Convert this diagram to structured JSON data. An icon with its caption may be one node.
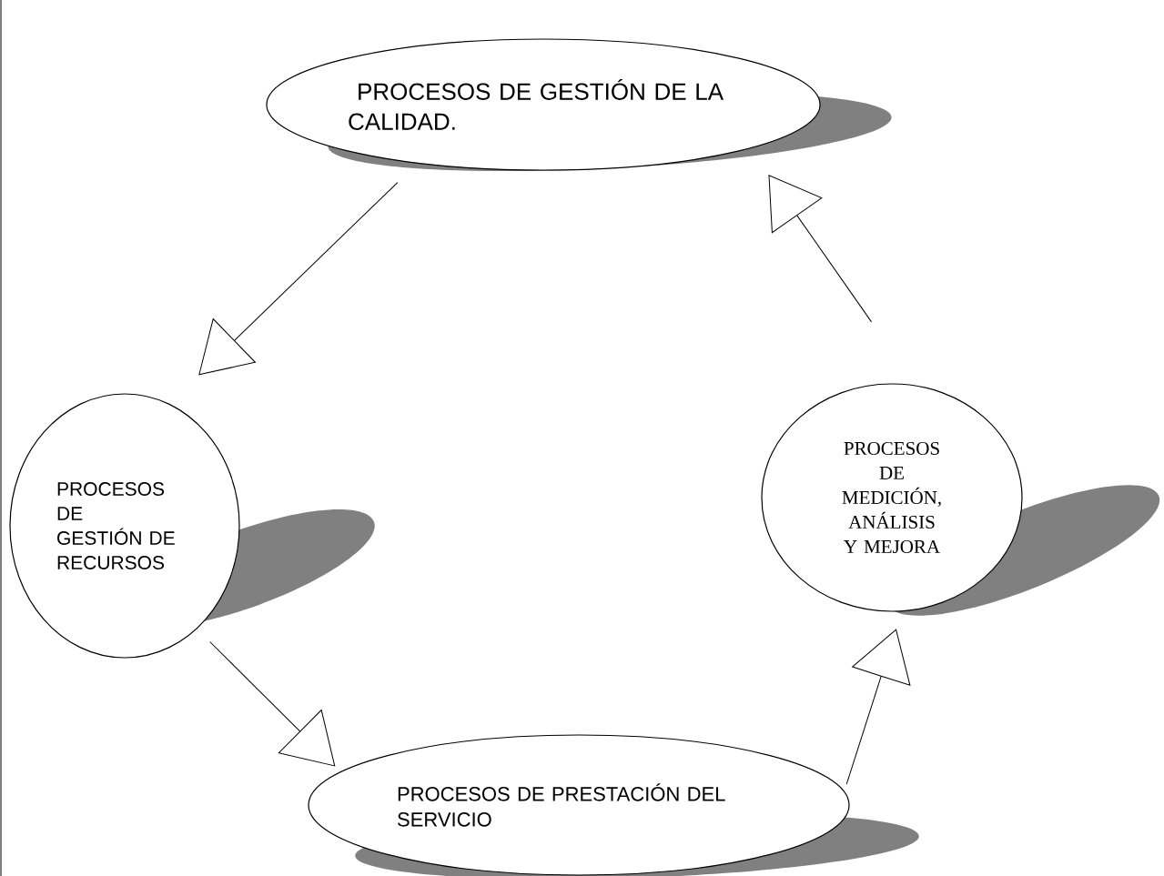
{
  "diagram": {
    "nodes": [
      {
        "text": [
          "PROCESOS DE GESTIÓN DE LA CALIDAD."
        ]
      },
      {
        "text": [
          "PROCESOS DE GESTIÓN DE RECURSOS"
        ]
      },
      {
        "text": [
          "PROCESOS DE PRESTACIÓN DEL SERVICIO"
        ]
      },
      {
        "text": [
          "PROCESOS DE MEDICIÓN, ANÁLISIS Y MEJORA"
        ]
      }
    ],
    "edges": [
      {
        "from": 0,
        "to": 1,
        "arrow": "to"
      },
      {
        "from": 1,
        "to": 2,
        "arrow": "to"
      },
      {
        "from": 2,
        "to": 3,
        "arrow": "to"
      },
      {
        "from": 3,
        "to": 0,
        "arrow": "to"
      }
    ]
  }
}
